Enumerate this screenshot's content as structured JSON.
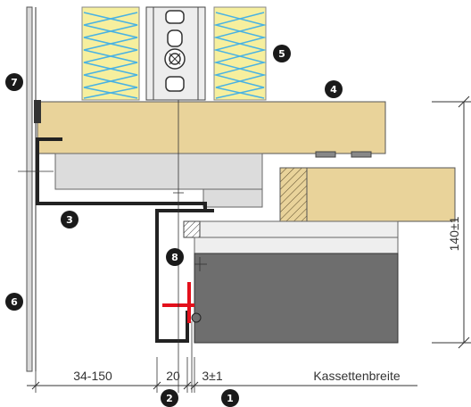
{
  "dimensions": {
    "left_gap": "34-150",
    "joint": "20",
    "tolerance": "3±1",
    "cassette_width": "Kassettenbreite",
    "height": "140±1"
  },
  "callouts": [
    {
      "id": "1",
      "label": "1"
    },
    {
      "id": "2",
      "label": "2"
    },
    {
      "id": "3",
      "label": "3"
    },
    {
      "id": "4",
      "label": "4"
    },
    {
      "id": "5",
      "label": "5"
    },
    {
      "id": "6",
      "label": "6"
    },
    {
      "id": "7",
      "label": "7"
    },
    {
      "id": "8",
      "label": "8"
    }
  ],
  "colors": {
    "wood": "#e9d39a",
    "insulation": "#f6ef9e",
    "insulation_zigzag": "#49b2e3",
    "dark_panel": "#6e6e6e",
    "grey_block": "#dcdcdc",
    "light_grey": "#eeeeee",
    "profile": "#222222",
    "gasket_red": "#e3101b",
    "badge": "#1a1a1a"
  }
}
